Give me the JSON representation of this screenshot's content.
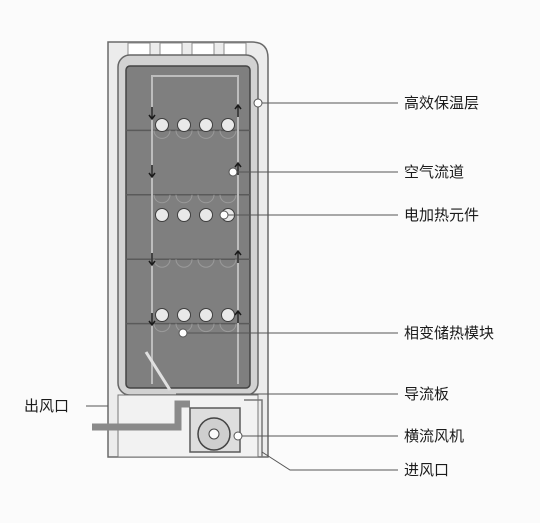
{
  "labels": {
    "insulation": "高效保温层",
    "air_channel": "空气流道",
    "heating_element": "电加热元件",
    "phase_change_module": "相变储热模块",
    "deflector": "导流板",
    "crossflow_fan": "横流风机",
    "air_inlet": "进风口",
    "air_outlet": "出风口"
  },
  "colors": {
    "module_fill": "#7f7f7f",
    "insulation_fill": "#d2d2d2",
    "element_fill": "#e9e9e9",
    "outline": "#555555",
    "outlet_duct": "#8a8a8a"
  },
  "heating_element_rows": 3,
  "elements_per_row": 4,
  "module_tiers": 5
}
